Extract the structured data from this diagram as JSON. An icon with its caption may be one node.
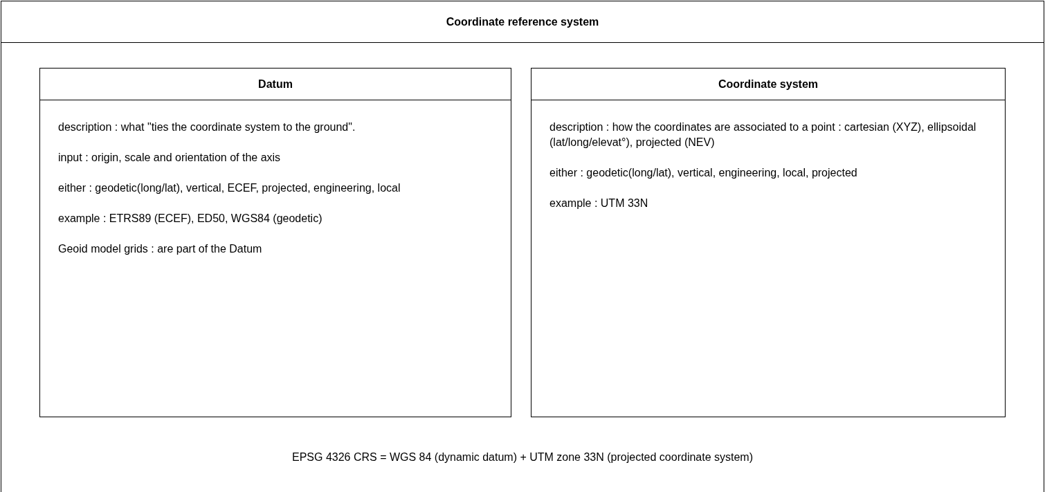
{
  "diagram": {
    "nodes": [
      {
        "text": [
          "Coordinate reference system",
          "EPSG 4326 CRS = WGS 84 (dynamic datum) + UTM zone 33N (projected coordinate system)"
        ]
      },
      {
        "text": [
          "Datum",
          "description : what \"ties the coordinate system to the ground\".",
          "input : origin, scale and orientation of the axis",
          "either : geodetic(long/lat), vertical, ECEF, projected, engineering, local",
          "example : ETRS89 (ECEF), ED50, WGS84 (geodetic)",
          "Geoid model grids : are part of the Datum"
        ],
        "in": 0
      },
      {
        "text": [
          "Coordinate system",
          "description : how the coordinates are associated to a point : cartesian (XYZ), ellipsoidal (lat/long/elevat°), projected (NEV)",
          "either : geodetic(long/lat), vertical, engineering, local, projected",
          "example : UTM 33N"
        ],
        "in": 0
      }
    ]
  }
}
